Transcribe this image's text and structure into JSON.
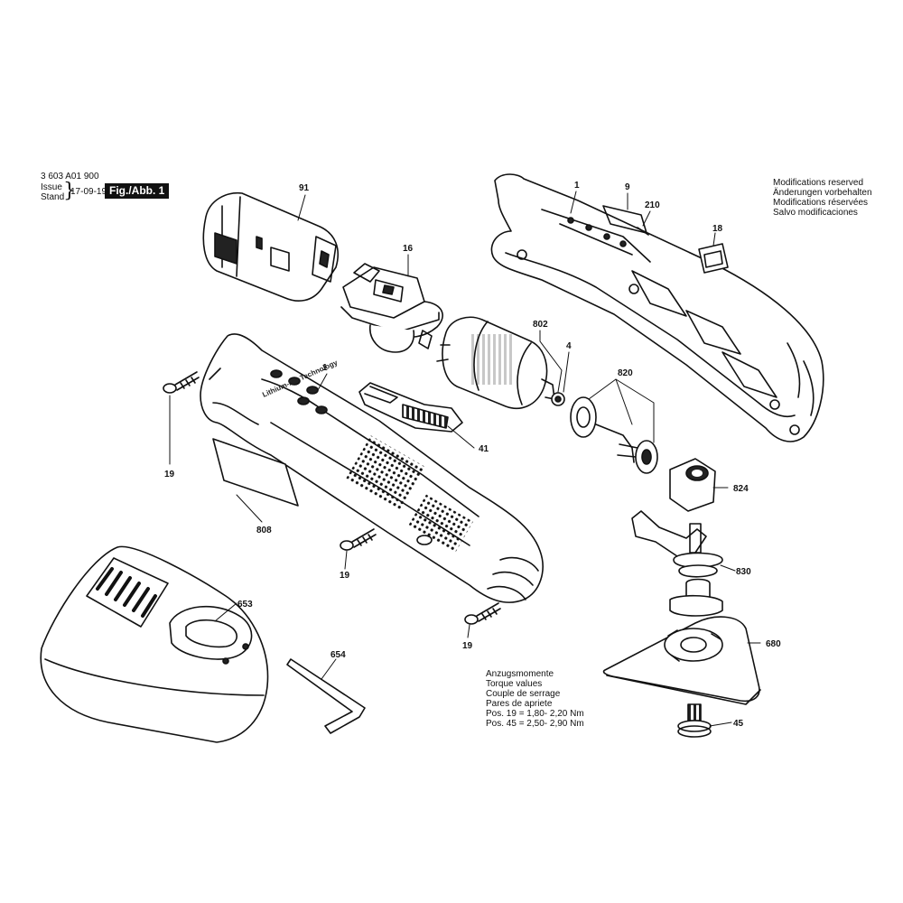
{
  "header": {
    "part_number": "3 603 A01 900",
    "issue_label": "Issue",
    "stand_label": "Stand",
    "date": "17-09-19",
    "figure_label": "Fig./Abb. 1"
  },
  "modifications_notice": [
    "Modifications reserved",
    "Änderungen vorbehalten",
    "Modifications réservées",
    "Salvo modificaciones"
  ],
  "torque_notes": [
    "Anzugsmomente",
    "Torque values",
    "Couple de serrage",
    "Pares de apriete",
    "Pos. 19 = 1,80- 2,20 Nm",
    "Pos. 45 = 2,50- 2,90 Nm"
  ],
  "housing_print": "Lithium-Ion Technology",
  "callouts": {
    "c91": "91",
    "c16": "16",
    "c1_top": "1",
    "c9": "9",
    "c210": "210",
    "c18": "18",
    "c802": "802",
    "c4": "4",
    "c1_mid": "1",
    "c820": "820",
    "c41": "41",
    "c19_a": "19",
    "c808": "808",
    "c824": "824",
    "c19_b": "19",
    "c830": "830",
    "c653": "653",
    "c19_c": "19",
    "c680": "680",
    "c654": "654",
    "c45": "45"
  }
}
